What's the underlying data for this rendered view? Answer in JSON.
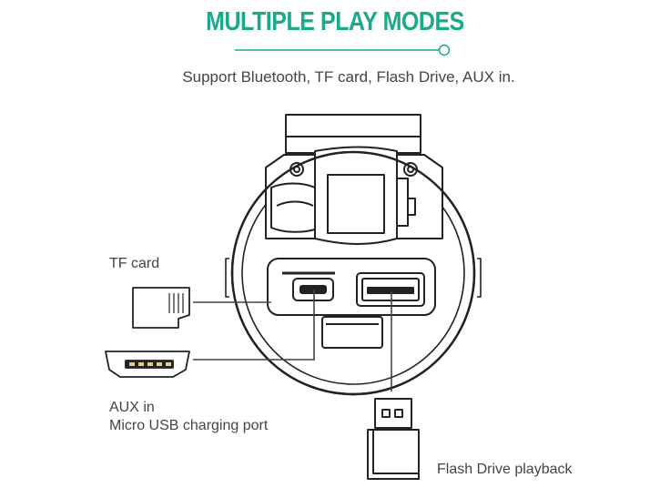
{
  "header": {
    "title": "MULTIPLE PLAY MODES",
    "subtitle": "Support Bluetooth, TF card, Flash Drive, AUX in.",
    "accent_color": "#1aa98a"
  },
  "callouts": {
    "tf_card": "TF card",
    "aux_line1": "AUX in",
    "aux_line2": "Micro USB charging port",
    "flash_drive": "Flash Drive playback"
  },
  "icons": [
    "tf-card-icon",
    "micro-usb-connector-icon",
    "usb-flash-drive-icon",
    "car-charger-device"
  ]
}
